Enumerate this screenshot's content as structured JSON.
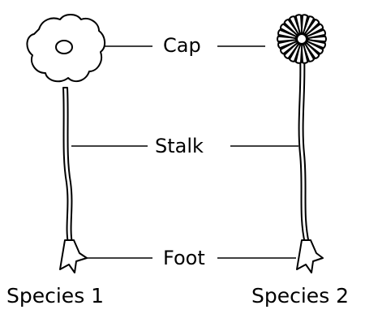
{
  "labels": {
    "cap": "Cap",
    "stalk": "Stalk",
    "foot": "Foot"
  },
  "species": [
    {
      "name": "Species 1"
    },
    {
      "name": "Species 2"
    }
  ]
}
